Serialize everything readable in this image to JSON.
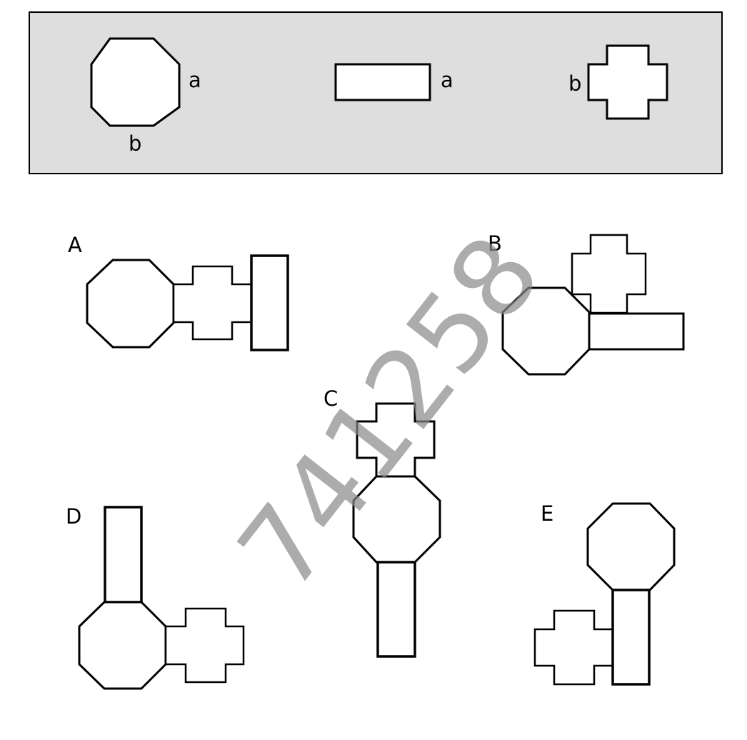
{
  "legend": {
    "octagon_side_labels": [
      "a",
      "b"
    ],
    "rectangle_side_label": "a",
    "cross_side_label": "b"
  },
  "options": [
    {
      "letter": "A"
    },
    {
      "letter": "B"
    },
    {
      "letter": "C"
    },
    {
      "letter": "D"
    },
    {
      "letter": "E"
    }
  ],
  "watermark": "741258",
  "colors": {
    "panel_background": "#dedede",
    "stroke": "#000000",
    "watermark": "#8a8a8a"
  }
}
